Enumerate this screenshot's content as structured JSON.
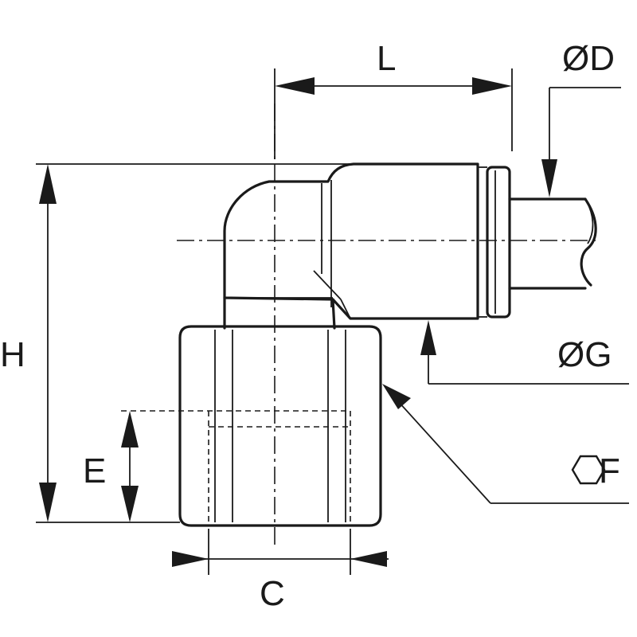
{
  "diagram": {
    "labels": {
      "L": "L",
      "D": "ØD",
      "H": "H",
      "G": "ØG",
      "E": "E",
      "F": "F",
      "C": "C"
    },
    "colors": {
      "line": "#1a1a1a",
      "background": "#ffffff"
    },
    "icons": {
      "hex": "hexagon-icon"
    }
  }
}
